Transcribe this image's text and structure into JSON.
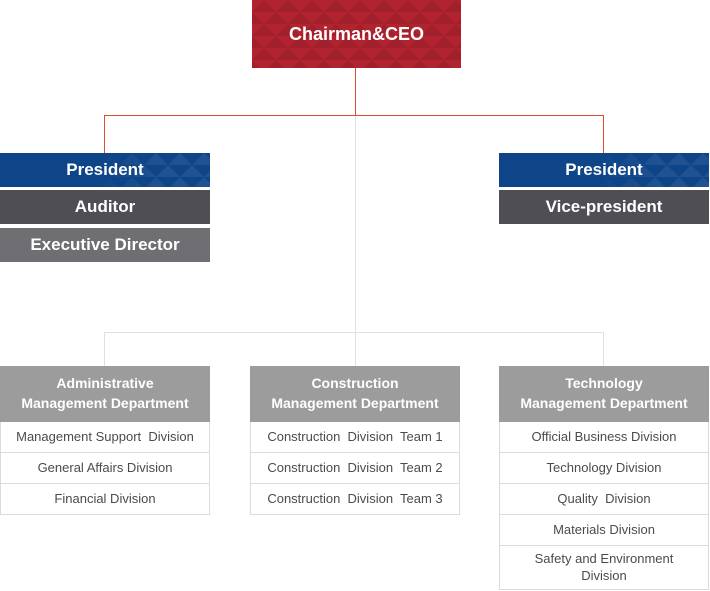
{
  "org_chart": {
    "root": {
      "label": "Chairman&CEO"
    },
    "left_branch": [
      {
        "label": "President"
      },
      {
        "label": "Auditor"
      },
      {
        "label": "Executive Director"
      }
    ],
    "right_branch": [
      {
        "label": "President"
      },
      {
        "label": "Vice-president"
      }
    ],
    "departments": [
      {
        "name_line1": "Administrative",
        "name_line2": "Management Department",
        "divisions": [
          "Management Support  Division",
          "General Affairs Division",
          "Financial Division"
        ]
      },
      {
        "name_line1": "Construction",
        "name_line2": "Management Department",
        "divisions": [
          "Construction  Division  Team 1",
          "Construction  Division  Team 2",
          "Construction  Division  Team 3"
        ]
      },
      {
        "name_line1": "Technology",
        "name_line2": "Management Department",
        "divisions": [
          "Official Business Division",
          "Technology Division",
          "Quality  Division",
          "Materials Division",
          "Safety and Environment\nDivision"
        ]
      }
    ],
    "colors": {
      "chairman_bg": "#b1232f",
      "president_bg": "#0e4488",
      "dark_box_bg": "#4e4e54",
      "medium_box_bg": "#6f6f73",
      "dept_header_bg": "#9c9c9c",
      "division_border": "#dcdcdc",
      "division_text": "#4b4b4b",
      "connector_red": "#dd4f2a",
      "connector_gray": "#e0e0e0"
    }
  }
}
